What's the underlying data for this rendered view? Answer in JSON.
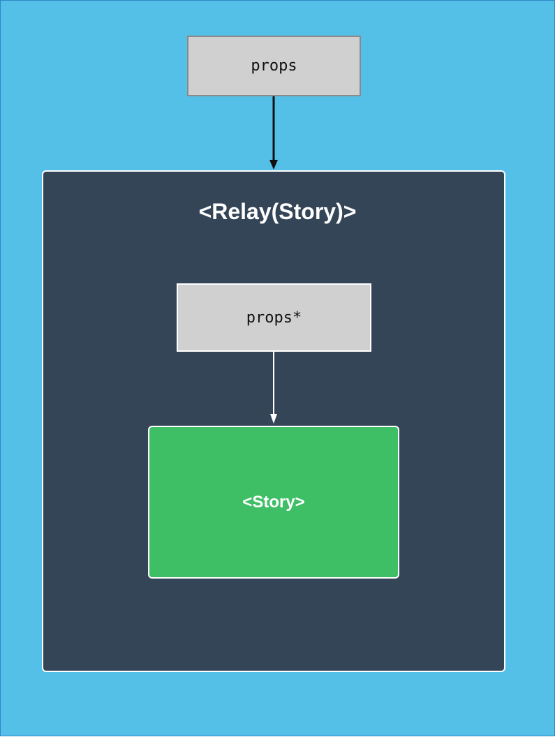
{
  "diagram": {
    "outer_props_label": "props",
    "relay_label": "<Relay(Story)>",
    "inner_props_label": "props*",
    "story_label": "<Story>"
  },
  "colors": {
    "background": "#54c0e8",
    "relay_fill": "#344558",
    "props_fill": "#d0d0d0",
    "story_fill": "#3ebe65",
    "outer_arrow": "#111111",
    "inner_arrow": "#ffffff"
  },
  "edges": [
    {
      "from": "props",
      "to": "<Relay(Story)>"
    },
    {
      "from": "props*",
      "to": "<Story>"
    }
  ]
}
